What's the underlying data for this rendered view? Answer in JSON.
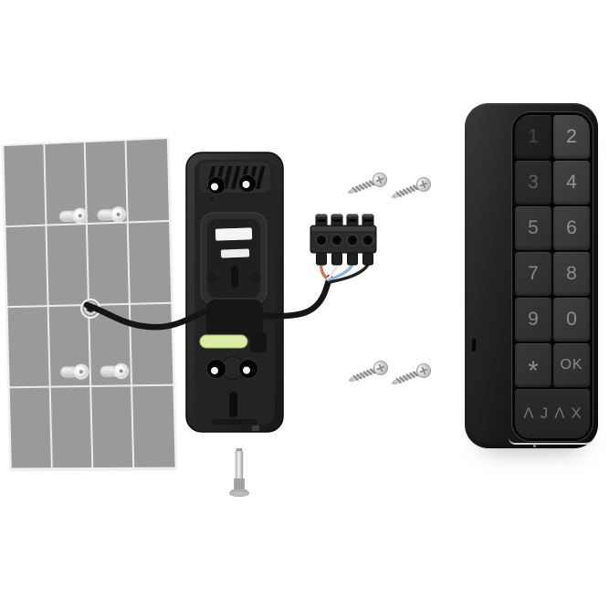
{
  "keypad": {
    "buttons": [
      "1",
      "2",
      "3",
      "4",
      "5",
      "6",
      "7",
      "8",
      "9",
      "0",
      "*",
      "OK"
    ],
    "logo": "ΛJΛX"
  },
  "colors": {
    "wall_tile": "#9a9a9a",
    "grout": "#ececec",
    "bracket_green": "#d9eda4",
    "wire_red": "#d96a50",
    "wire_white": "#ece4d4",
    "wire_blue": "#8ab4e0",
    "wire_black": "#222222",
    "cable_black": "#151515",
    "screw_silver": "#c9c9c9",
    "keypad_body": "#1c1c1c",
    "key_label": "#8f8f8f",
    "accent_line": "#dedede"
  }
}
